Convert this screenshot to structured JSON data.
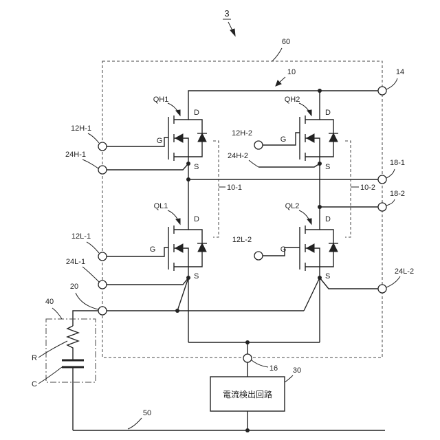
{
  "figure_number": "3",
  "refs": {
    "module": "60",
    "bridge": "10",
    "leg1": "10-1",
    "leg2": "10-2",
    "out_terminal": "16",
    "current_detector_ref": "30",
    "snubber": "40",
    "ground_line": "50",
    "neg_terminal": "20",
    "pos_terminal": "14",
    "ac_terminal_1": "18-1",
    "ac_terminal_2": "18-2"
  },
  "terminals": {
    "gate_h1": "12H-1",
    "source_h1": "24H-1",
    "gate_h2": "12H-2",
    "source_h2": "24H-2",
    "gate_l1": "12L-1",
    "source_l1": "24L-1",
    "gate_l2": "12L-2",
    "source_l2": "24L-2"
  },
  "transistors": {
    "qh1": "QH1",
    "qh2": "QH2",
    "ql1": "QL1",
    "ql2": "QL2"
  },
  "pins": {
    "gate": "G",
    "drain": "D",
    "source": "S"
  },
  "components": {
    "resistor": "R",
    "capacitor": "C"
  },
  "current_detector_label": "電流検出回路"
}
